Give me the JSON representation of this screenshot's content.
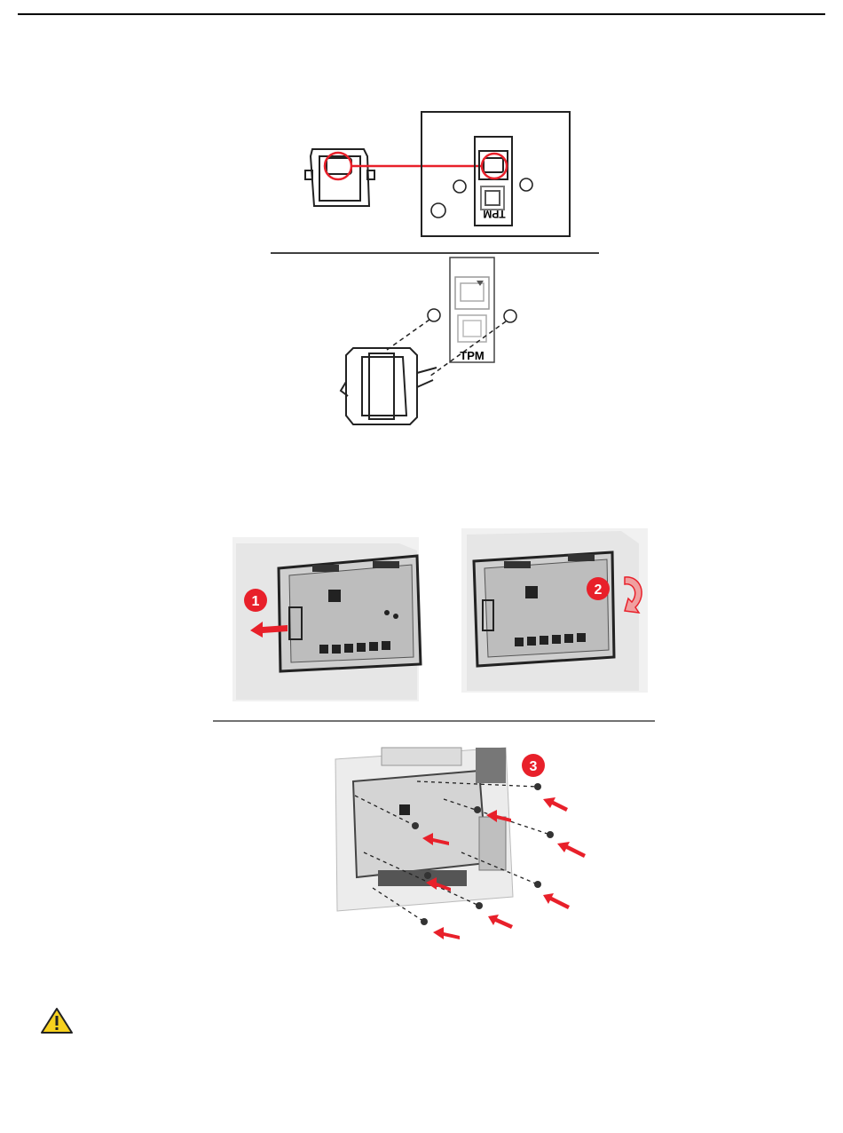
{
  "figure_top": {
    "chip_label": "TPM",
    "chip_label_mirrored": "TPM"
  },
  "figure_bottom": {
    "step_1": "1",
    "step_2": "2",
    "step_3": "3"
  },
  "colors": {
    "accent_red": "#e8202a",
    "line": "#000000",
    "panel_gray": "#8a8a8a",
    "warning_yellow": "#f7d11e"
  },
  "icons": {
    "warning": "warning-triangle-icon"
  }
}
